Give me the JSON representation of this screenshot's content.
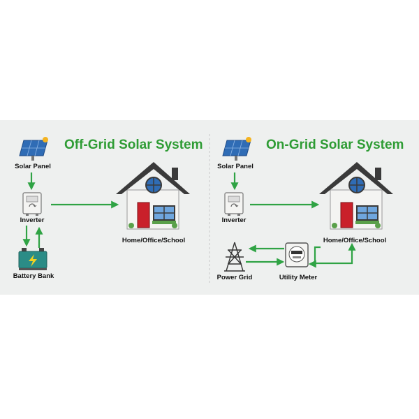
{
  "colors": {
    "panel_bg": "#eef0ef",
    "title_green": "#2e9c34",
    "arrow_green": "#2fa344",
    "house_wall": "#f4f4f2",
    "roof": "#3a3a3a",
    "door": "#c9202a",
    "divider": "#c8c8c8"
  },
  "off_grid": {
    "title": "Off-Grid Solar System",
    "solar_panel_label": "Solar Panel",
    "inverter_label": "Inverter",
    "battery_label": "Battery Bank",
    "home_label": "Home/Office/School"
  },
  "on_grid": {
    "title": "On-Grid Solar System",
    "solar_panel_label": "Solar Panel",
    "inverter_label": "Inverter",
    "home_label": "Home/Office/School",
    "power_grid_label": "Power Grid",
    "utility_meter_label": "Utility Meter"
  },
  "icons": [
    "solar-panel-icon",
    "inverter-icon",
    "battery-icon",
    "house-icon",
    "power-tower-icon",
    "utility-meter-icon"
  ]
}
